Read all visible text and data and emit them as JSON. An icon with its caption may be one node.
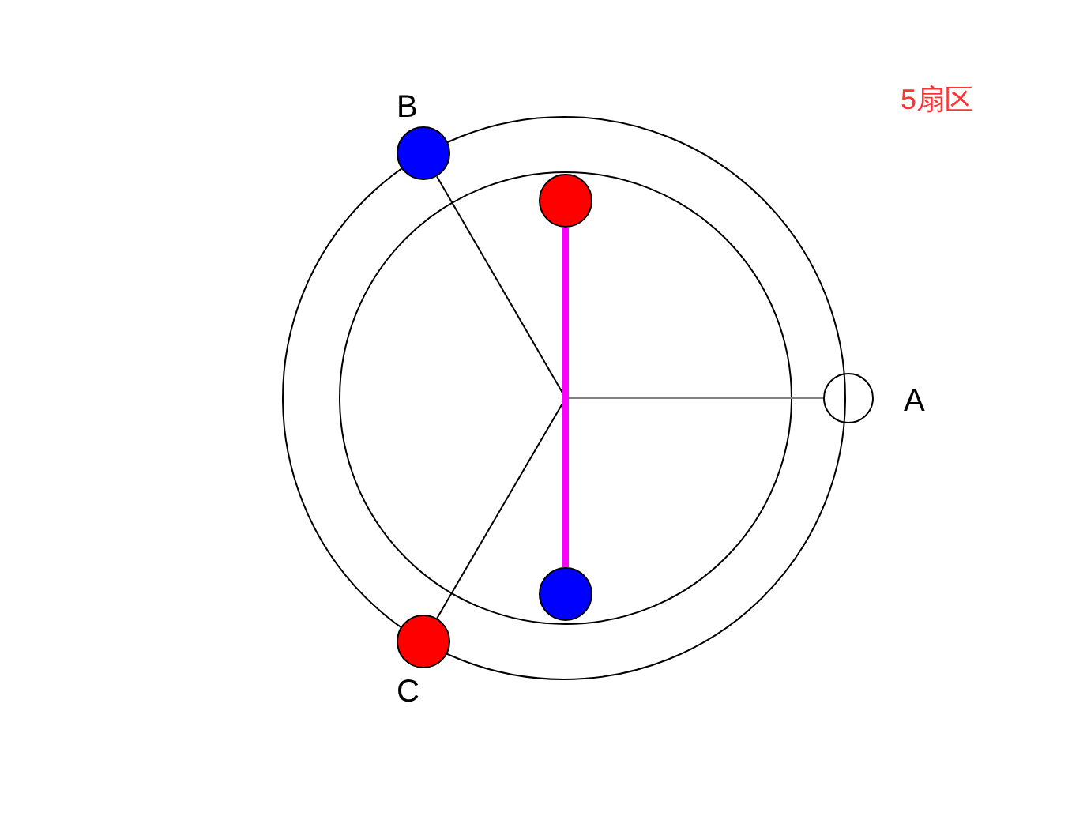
{
  "diagram": {
    "nodes": [
      {
        "text": [],
        "shape": "circle",
        "beside": [
          "A"
        ]
      },
      {
        "text": [],
        "shape": "circle",
        "beside": [
          "B"
        ]
      },
      {
        "text": [],
        "shape": "circle",
        "beside": [
          "C"
        ]
      },
      {
        "text": [],
        "shape": "circle"
      },
      {
        "text": [],
        "shape": "circle"
      }
    ],
    "edges": [
      {
        "from": null,
        "to": 0,
        "arrow": "none",
        "color": "#808080"
      },
      {
        "from": null,
        "to": 1,
        "arrow": "none"
      },
      {
        "from": null,
        "to": 2,
        "arrow": "none"
      },
      {
        "from": 3,
        "to": 4,
        "arrow": "none",
        "style": "thick",
        "color": "#ff00ff"
      }
    ],
    "labels": [
      "5扇区"
    ]
  }
}
